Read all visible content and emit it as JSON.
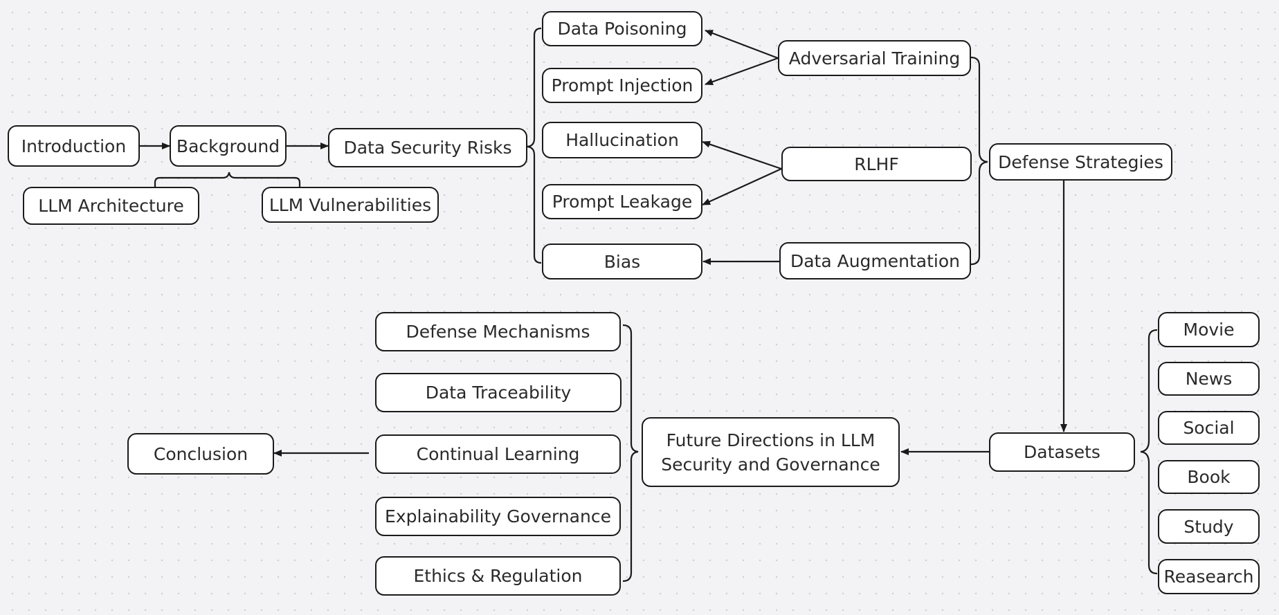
{
  "nodes": {
    "introduction": "Introduction",
    "background": "Background",
    "llm_architecture": "LLM Architecture",
    "llm_vulnerabilities": "LLM Vulnerabilities",
    "data_security_risks": "Data Security Risks",
    "data_poisoning": "Data Poisoning",
    "prompt_injection": "Prompt Injection",
    "hallucination": "Hallucination",
    "prompt_leakage": "Prompt Leakage",
    "bias": "Bias",
    "adversarial_training": "Adversarial Training",
    "rlhf": "RLHF",
    "data_augmentation": "Data Augmentation",
    "defense_strategies": "Defense Strategies",
    "datasets": "Datasets",
    "movie": "Movie",
    "news": "News",
    "social": "Social",
    "book": "Book",
    "study": "Study",
    "reasearch": "Reasearch",
    "future_directions_line1": "Future Directions in LLM",
    "future_directions_line2": "Security and Governance",
    "defense_mechanisms": "Defense Mechanisms",
    "data_traceability": "Data Traceability",
    "continual_learning": "Continual Learning",
    "explainability_governance": "Explainability Governance",
    "ethics_regulation": "Ethics & Regulation",
    "conclusion": "Conclusion"
  },
  "edges": [
    {
      "from": "introduction",
      "to": "background"
    },
    {
      "from": "background",
      "to": "data_security_risks"
    },
    {
      "from": "adversarial_training",
      "to": "data_poisoning"
    },
    {
      "from": "adversarial_training",
      "to": "prompt_injection"
    },
    {
      "from": "rlhf",
      "to": "hallucination"
    },
    {
      "from": "rlhf",
      "to": "prompt_leakage"
    },
    {
      "from": "data_augmentation",
      "to": "bias"
    },
    {
      "from": "defense_strategies",
      "to": "datasets"
    },
    {
      "from": "datasets",
      "to": "future_directions"
    },
    {
      "from": "continual_learning",
      "to": "conclusion"
    }
  ],
  "colors": {
    "background": "#f3f3f5",
    "node_fill": "#ffffff",
    "node_border": "#1a1a1a",
    "text": "#2a2a2a",
    "connector": "#1a1a1a"
  }
}
